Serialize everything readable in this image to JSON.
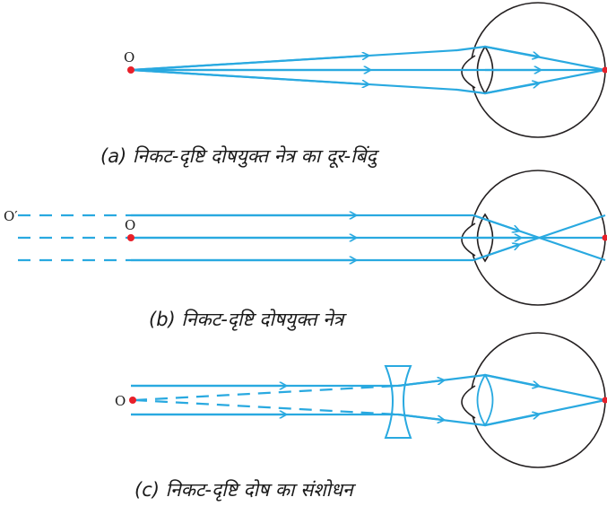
{
  "colors": {
    "ray": "#29a9e0",
    "eye": "#231f20",
    "point": "#e8202a"
  },
  "panels": {
    "a": {
      "point_label": "O",
      "caption": "(a) निकट-दृष्टि दोषयुक्त नेत्र का दूर-बिंदु"
    },
    "b": {
      "point_label_far": "O′",
      "point_label": "O",
      "caption": "(b) निकट-दृष्टि दोषयुक्त नेत्र"
    },
    "c": {
      "point_label": "O",
      "caption": "(c) निकट-दृष्टि दोष का संशोधन"
    }
  }
}
